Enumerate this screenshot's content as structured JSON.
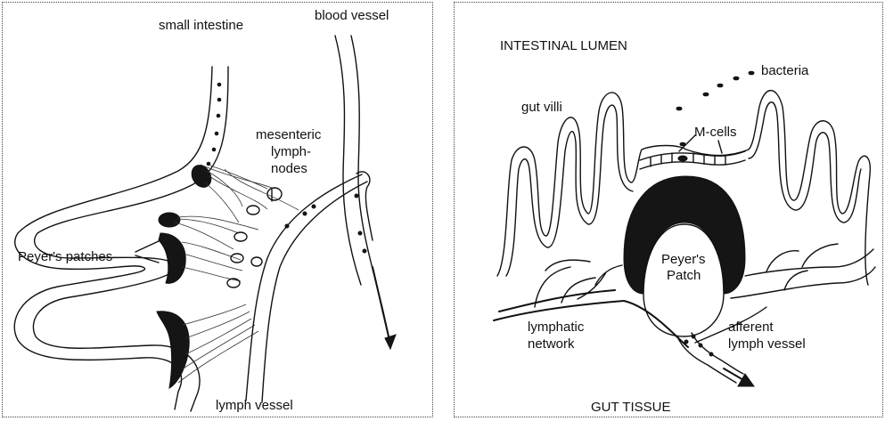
{
  "left_panel": {
    "labels": {
      "small_intestine": "small intestine",
      "blood_vessel": "blood vessel",
      "mesenteric_1": "mesenteric",
      "mesenteric_2": "lymph-",
      "mesenteric_3": "nodes",
      "peyers_patches": "Peyer's patches",
      "lymph_vessel": "lymph vessel"
    }
  },
  "right_panel": {
    "labels": {
      "intestinal_lumen": "INTESTINAL LUMEN",
      "bacteria": "bacteria",
      "gut_villi": "gut villi",
      "m_cells": "M-cells",
      "peyers_patch_1": "Peyer's",
      "peyers_patch_2": "Patch",
      "lymphatic_1": "lymphatic",
      "lymphatic_2": "network",
      "afferent_1": "afferent",
      "afferent_2": "lymph vessel",
      "gut_tissue": "GUT  TISSUE"
    }
  }
}
